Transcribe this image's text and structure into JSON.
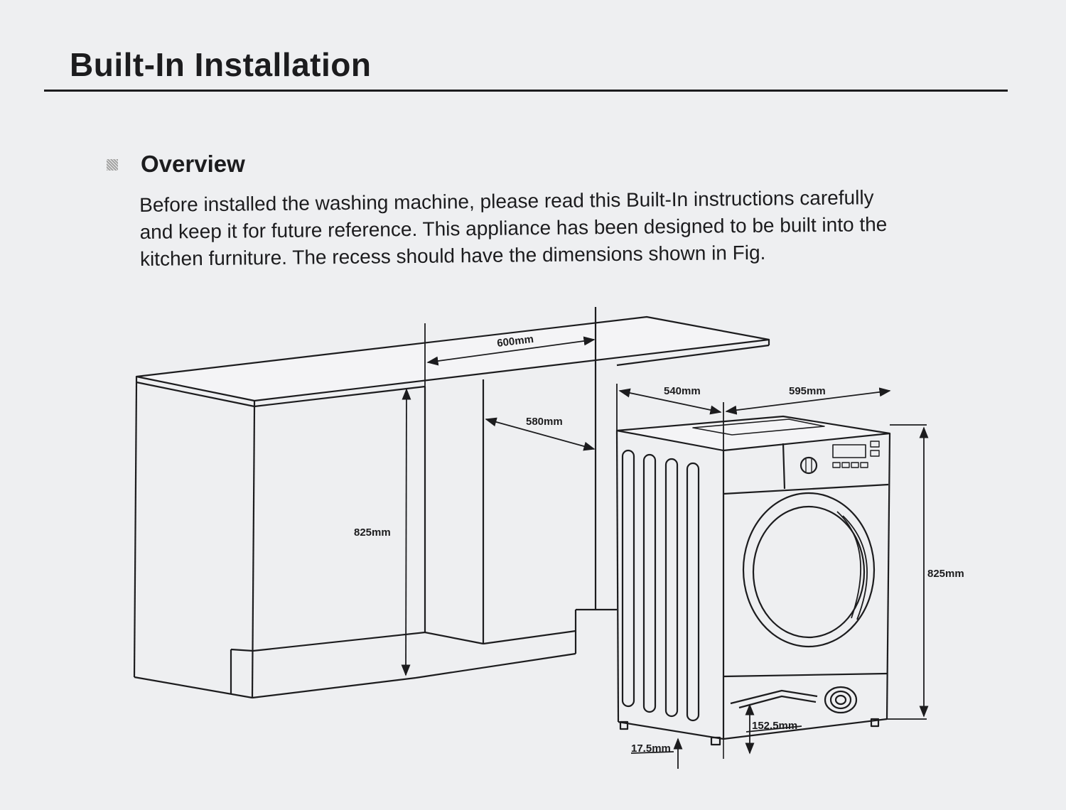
{
  "header": {
    "title": "Built-In Installation"
  },
  "overview": {
    "heading": "Overview",
    "lines": [
      "Before installed the washing machine, please read this Built-In instructions carefully",
      "and keep it for future reference. This appliance has been designed to be built into the",
      "kitchen furniture. The recess should have the dimensions shown in Fig."
    ]
  },
  "figure": {
    "dimensions": {
      "recess_width": "600mm",
      "recess_depth": "580mm",
      "recess_height": "825mm",
      "machine_depth": "540mm",
      "machine_width": "595mm",
      "machine_height": "825mm",
      "plinth_depth": "152.5mm",
      "foot_height": "17.5mm"
    }
  }
}
